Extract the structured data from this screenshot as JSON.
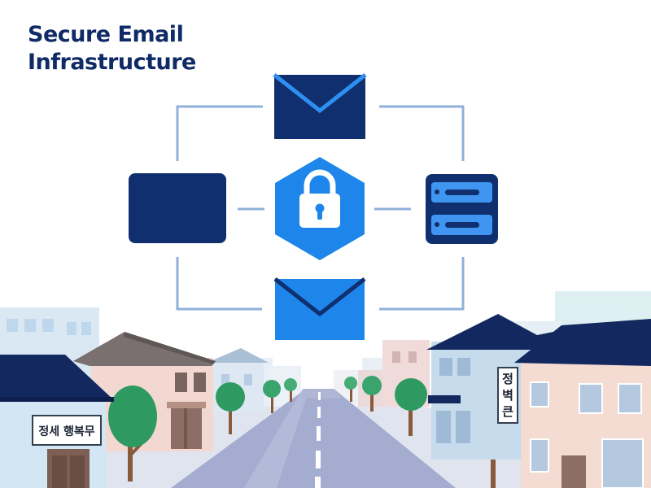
{
  "header": {
    "title_line1": "Secure Email",
    "title_line2": "Infrastructure"
  },
  "diagram": {
    "nodes": [
      {
        "id": "email-top",
        "icon": "envelope-icon",
        "color": "#0f2f6e",
        "accent": "#2f8ff0"
      },
      {
        "id": "client-box",
        "icon": "rectangle-block",
        "color": "#0f2f6e"
      },
      {
        "id": "security-hub",
        "icon": "padlock-icon",
        "color": "#1e86ea"
      },
      {
        "id": "mail-server",
        "icon": "server-stack-icon",
        "color": "#0f2f6e",
        "accent": "#3f95f0"
      },
      {
        "id": "email-bottom",
        "icon": "envelope-icon",
        "color": "#1e86ea",
        "accent": "#0f2f6e"
      }
    ],
    "connector_color": "#8fb1d9"
  },
  "street": {
    "sign_left": "정세 행복무",
    "sign_right_chars": [
      "정",
      "벽",
      "큰"
    ]
  },
  "colors": {
    "navy": "#0f2a66",
    "accent_blue": "#1e86ea",
    "tree_green": "#2e9a62",
    "road": "#a4acd0"
  }
}
